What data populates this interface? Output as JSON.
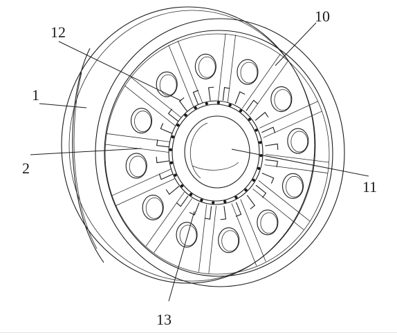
{
  "labels": {
    "l10": "10",
    "l12": "12",
    "l1": "1",
    "l2": "2",
    "l11": "11",
    "l13": "13"
  }
}
